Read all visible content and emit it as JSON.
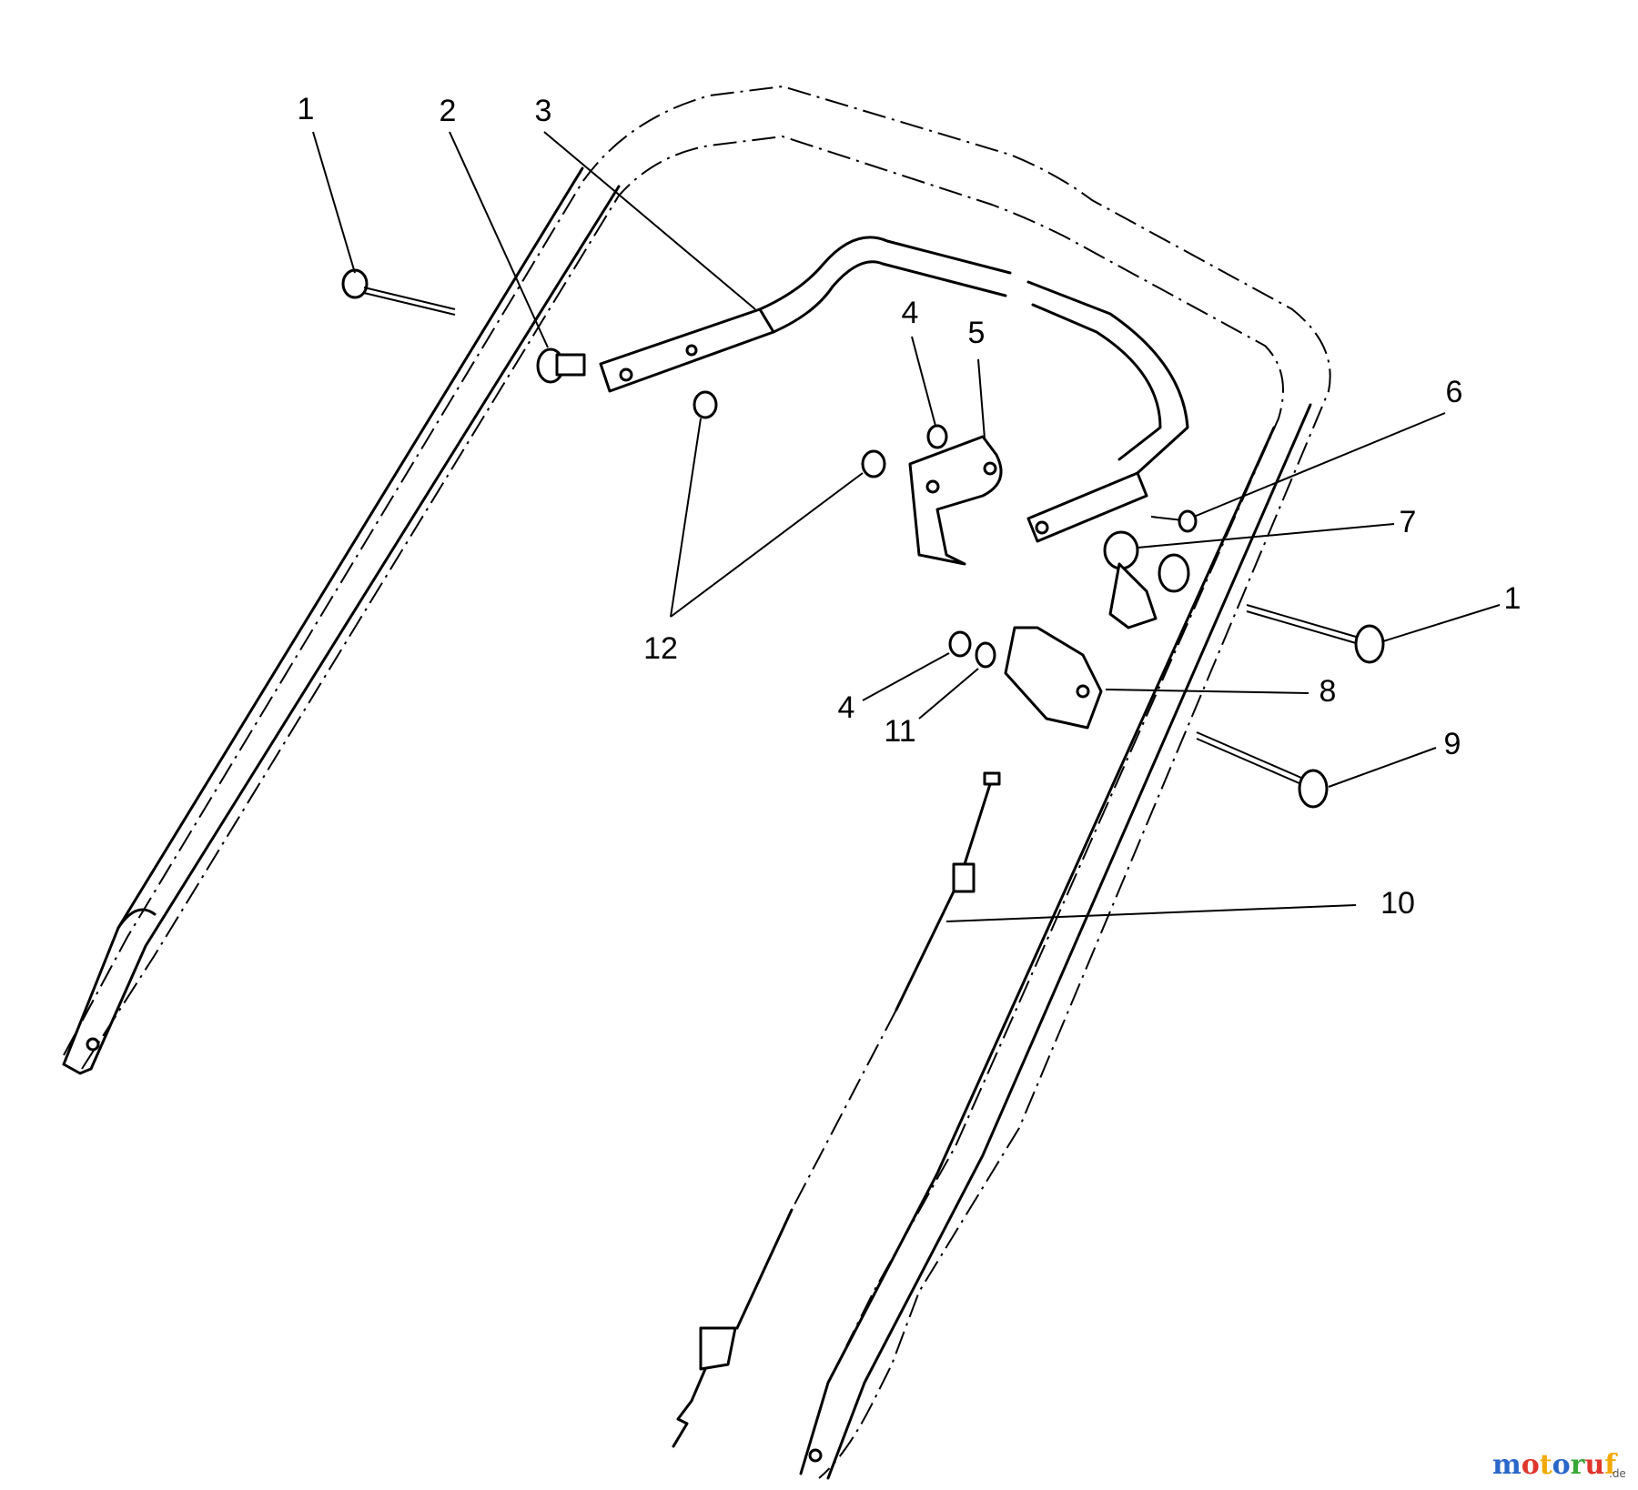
{
  "callouts": {
    "c1a": "1",
    "c2": "2",
    "c3": "3",
    "c4a": "4",
    "c5": "5",
    "c6": "6",
    "c7": "7",
    "c1b": "1",
    "c12": "12",
    "c8": "8",
    "c4b": "4",
    "c11": "11",
    "c9": "9",
    "c10": "10"
  },
  "watermark": {
    "m": "m",
    "o1": "o",
    "t": "t",
    "o2": "o",
    "r": "r",
    "u": "u",
    "f": "f",
    "de": ".de",
    "colors": [
      "#2a67c9",
      "#e0362c",
      "#f2a900",
      "#2a67c9",
      "#39a935",
      "#e0362c",
      "#f2a900"
    ]
  }
}
